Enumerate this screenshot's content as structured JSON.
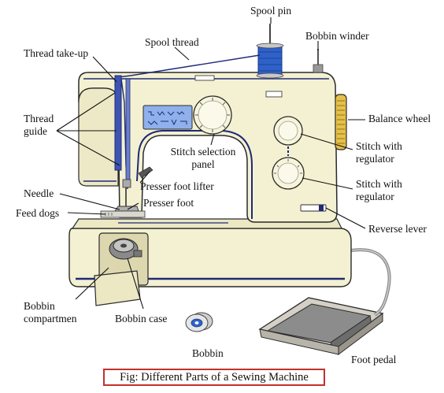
{
  "labels": {
    "spool_pin": "Spool pin",
    "bobbin_winder": "Bobbin winder",
    "spool_thread": "Spool thread",
    "thread_take_up": "Thread take-up",
    "thread_guide": "Thread guide",
    "balance_wheel": "Balance wheel",
    "stitch_selection_panel": "Stitch selection panel",
    "stitch_with_regulator_1": "Stitch with regulator",
    "stitch_with_regulator_2": "Stitch with regulator",
    "presser_foot_lifter": "Presser foot lifter",
    "needle": "Needle",
    "presser_foot": "Presser foot",
    "feed_dogs": "Feed dogs",
    "reverse_lever": "Reverse lever",
    "bobbin_compartment": "Bobbin compartmen",
    "bobbin_case": "Bobbin case",
    "bobbin": "Bobbin",
    "foot_pedal": "Foot pedal"
  },
  "caption": "Fig: Different Parts of a Sewing Machine",
  "colors": {
    "body": "#f4f1d2",
    "outline": "#2a2a2a",
    "trim": "#1e2a78",
    "spool": "#2f62c8",
    "panel": "#8fb0ea",
    "wheel": "#e6c04a",
    "caption_border": "#c0322b"
  }
}
